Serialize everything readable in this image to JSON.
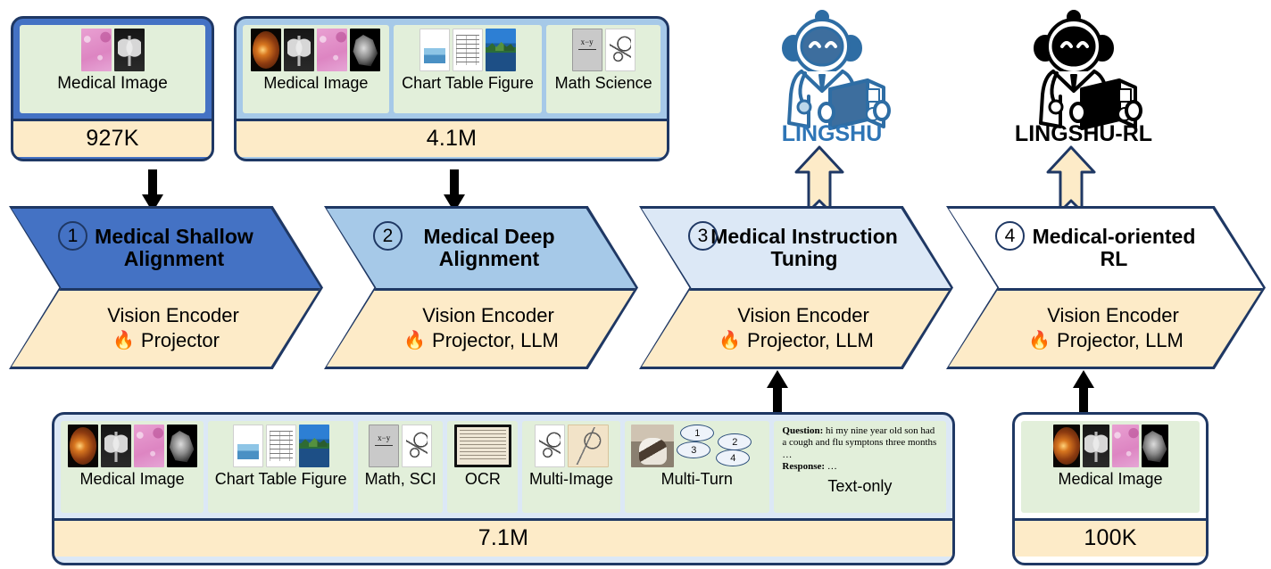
{
  "colors": {
    "navy_outline": "#1F3864",
    "stage1_blue": "#4472C4",
    "stage2_blue": "#A6C9E8",
    "stage3_blue": "#DCE8F6",
    "stage4_white": "#FFFFFF",
    "cream": "#FDEBC8",
    "chip_green": "#E2EFDA",
    "panel_blue": "#DCE8F6",
    "lingshu_label_blue": "#2E75B6",
    "lingshu_rl_label_black": "#000000"
  },
  "datasets": {
    "shallow": {
      "name": "shallow-alignment-data",
      "count": "927K",
      "chips": [
        {
          "label": "Medical Image",
          "thumbs": [
            "patho",
            "xray"
          ]
        }
      ]
    },
    "deep": {
      "name": "deep-alignment-data",
      "count": "4.1M",
      "chips": [
        {
          "label": "Medical Image",
          "thumbs": [
            "fundus",
            "xray",
            "patho",
            "ultra"
          ]
        },
        {
          "label": "Chart Table Figure",
          "thumbs": [
            "chart",
            "table",
            "nature"
          ]
        },
        {
          "label": "Math Science",
          "thumbs": [
            "math",
            "sci"
          ]
        }
      ]
    },
    "instruction": {
      "name": "instruction-tuning-data",
      "count": "7.1M",
      "chips": [
        {
          "label": "Medical Image",
          "thumbs": [
            "fundus",
            "xray",
            "patho",
            "ultra"
          ]
        },
        {
          "label": "Chart Table Figure",
          "thumbs": [
            "chart",
            "table",
            "nature"
          ]
        },
        {
          "label": "Math, SCI",
          "thumbs": [
            "math",
            "sci"
          ]
        },
        {
          "label": "OCR",
          "thumbs": [
            "ocr"
          ]
        },
        {
          "label": "Multi-Image",
          "thumbs": [
            "sci",
            "map"
          ]
        },
        {
          "label": "Multi-Turn",
          "thumbs": [
            "cat"
          ],
          "bubbles": [
            "1",
            "2",
            "3",
            "4"
          ]
        },
        {
          "label": "Text-only",
          "text_sample": {
            "question_label": "Question:",
            "question_text": "hi my nine year old son had a cough and flu symptons three months …",
            "response_label": "Response:",
            "response_text": "…"
          }
        }
      ]
    },
    "rl": {
      "name": "rl-data",
      "count": "100K",
      "chips": [
        {
          "label": "Medical Image",
          "thumbs": [
            "fundus",
            "xray",
            "patho",
            "ultra"
          ]
        }
      ]
    }
  },
  "stages": [
    {
      "number": "1",
      "title": "Medical Shallow Alignment",
      "modules_line1": "Vision Encoder",
      "modules_line2": "Projector",
      "fire": "🔥",
      "fill": "#4472C4"
    },
    {
      "number": "2",
      "title": "Medical Deep Alignment",
      "modules_line1": "Vision Encoder",
      "modules_line2": "Projector, LLM",
      "fire": "🔥",
      "fill": "#A6C9E8"
    },
    {
      "number": "3",
      "title": "Medical Instruction Tuning",
      "modules_line1": "Vision Encoder",
      "modules_line2": "Projector, LLM",
      "fire": "🔥",
      "fill": "#DCE8F6"
    },
    {
      "number": "4",
      "title": "Medical-oriented RL",
      "modules_line1": "Vision Encoder",
      "modules_line2": "Projector, LLM",
      "fire": "🔥",
      "fill": "#FFFFFF"
    }
  ],
  "outputs": [
    {
      "name": "lingshu",
      "label": "LINGSHU",
      "color": "#2E75B6"
    },
    {
      "name": "lingshu-rl",
      "label": "LINGSHU-RL",
      "color": "#000000"
    }
  ]
}
